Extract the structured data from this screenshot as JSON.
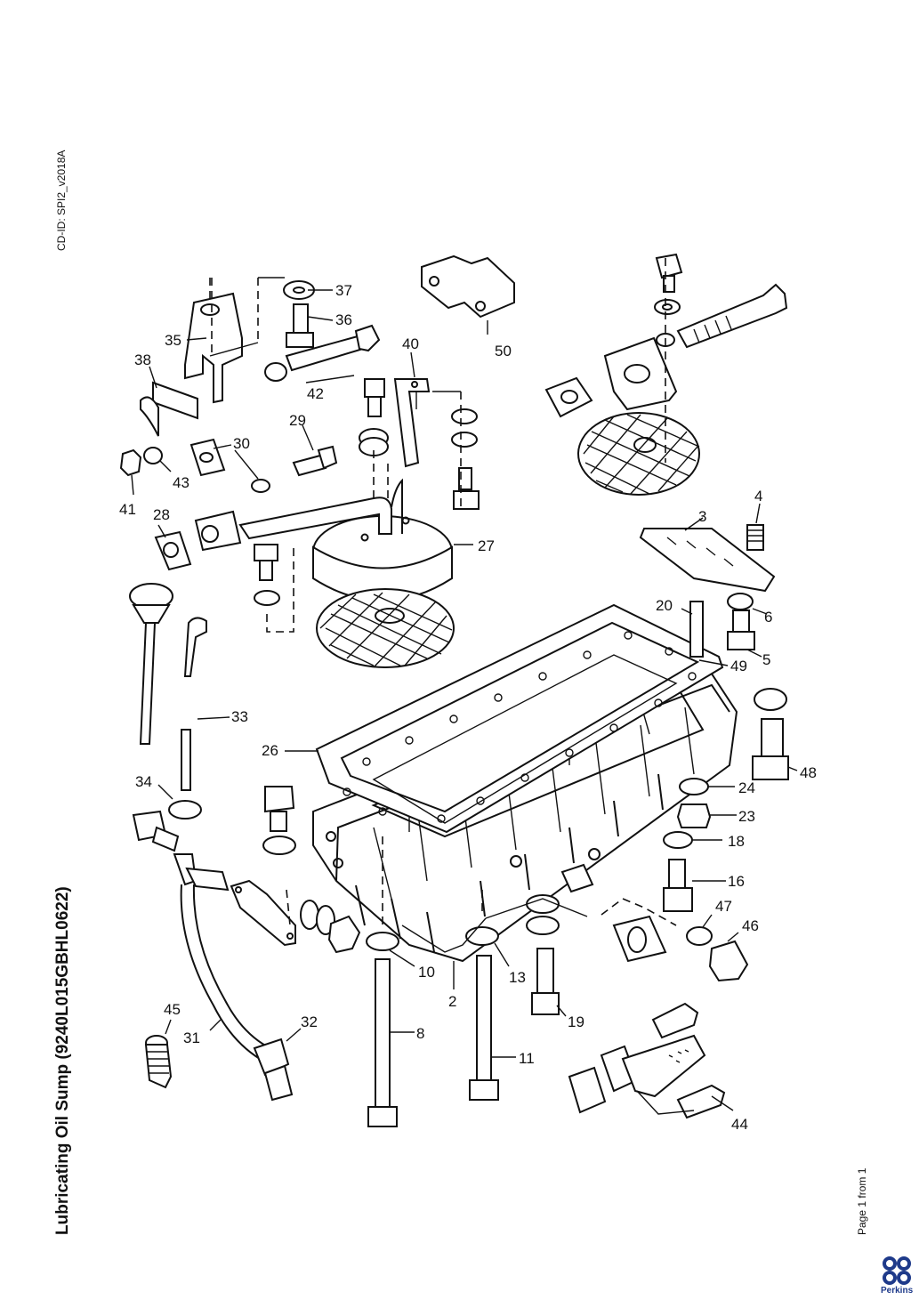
{
  "document": {
    "cd_id": "CD-ID: SPI2_v2018A",
    "title": "Lubricating Oil Sump (9240L015GBHL0622)",
    "page_info": "Page 1 from 1",
    "brand": "Perkins",
    "brand_color": "#1e3a8a"
  },
  "callouts": {
    "c2": "2",
    "c3": "3",
    "c4": "4",
    "c5": "5",
    "c6": "6",
    "c8": "8",
    "c10": "10",
    "c11": "11",
    "c13": "13",
    "c16": "16",
    "c18": "18",
    "c19": "19",
    "c20": "20",
    "c23": "23",
    "c24": "24",
    "c26": "26",
    "c27": "27",
    "c28": "28",
    "c29": "29",
    "c30": "30",
    "c31": "31",
    "c32": "32",
    "c33": "33",
    "c34": "34",
    "c35": "35",
    "c36": "36",
    "c37": "37",
    "c38": "38",
    "c40": "40",
    "c41": "41",
    "c42": "42",
    "c43": "43",
    "c44": "44",
    "c45": "45",
    "c46": "46",
    "c47": "47",
    "c48": "48",
    "c49": "49",
    "c50": "50"
  }
}
